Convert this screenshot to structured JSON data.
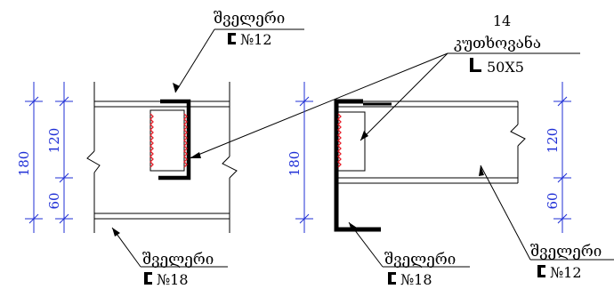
{
  "colors": {
    "line": "#000000",
    "dimension": "#1f2fd6",
    "weld": "#e8202a"
  },
  "labels": {
    "top_channel": {
      "word": "შველერი",
      "profile": "№12"
    },
    "angle": {
      "count": "14",
      "word": "კუთხოვანა",
      "profile": "50X5"
    },
    "bottom_left_channel": {
      "word": "შველერი",
      "profile": "№18"
    },
    "bottom_middle_channel": {
      "word": "შველერი",
      "profile": "№18"
    },
    "bottom_right_channel": {
      "word": "შველერი",
      "profile": "№12"
    }
  },
  "dimensions": {
    "left_total": "180",
    "left_upper": "120",
    "left_lower": "60",
    "middle_total": "180",
    "right_upper": "120",
    "right_lower": "60"
  },
  "icons": {
    "channel": "channel-section-icon",
    "angle": "angle-section-icon"
  }
}
